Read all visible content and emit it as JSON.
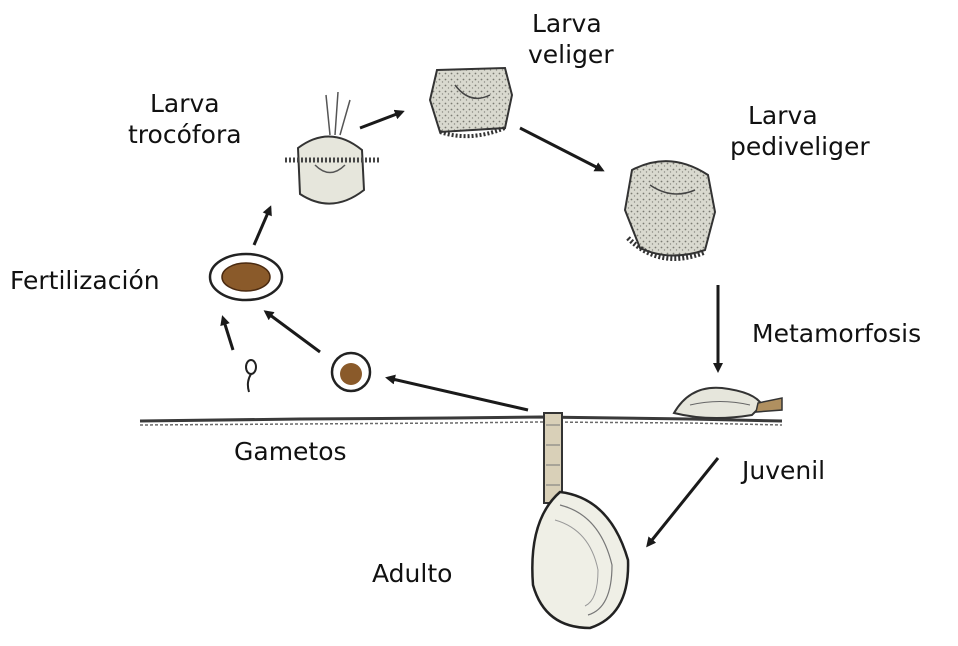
{
  "stages": {
    "trocofora": {
      "line1": "Larva",
      "line2": "trocófora"
    },
    "veliger": {
      "line1": "Larva",
      "line2": "veliger"
    },
    "pediveliger": {
      "line1": "Larva",
      "line2": "pediveliger"
    },
    "metamorfosis": "Metamorfosis",
    "juvenil": "Juvenil",
    "adulto": "Adulto",
    "gametos": "Gametos",
    "fertilizacion": "Fertilización"
  },
  "colors": {
    "ink": "#1a1a1a",
    "egg": "#8a5a2a",
    "shell": "#e6e6dc",
    "sediment": "#3a3a3a"
  },
  "icons": [
    "arrow",
    "trochophore-larva",
    "veliger-larva",
    "pediveliger-larva",
    "juvenile-clam",
    "adult-clam",
    "fertilized-egg",
    "egg",
    "sperm"
  ]
}
